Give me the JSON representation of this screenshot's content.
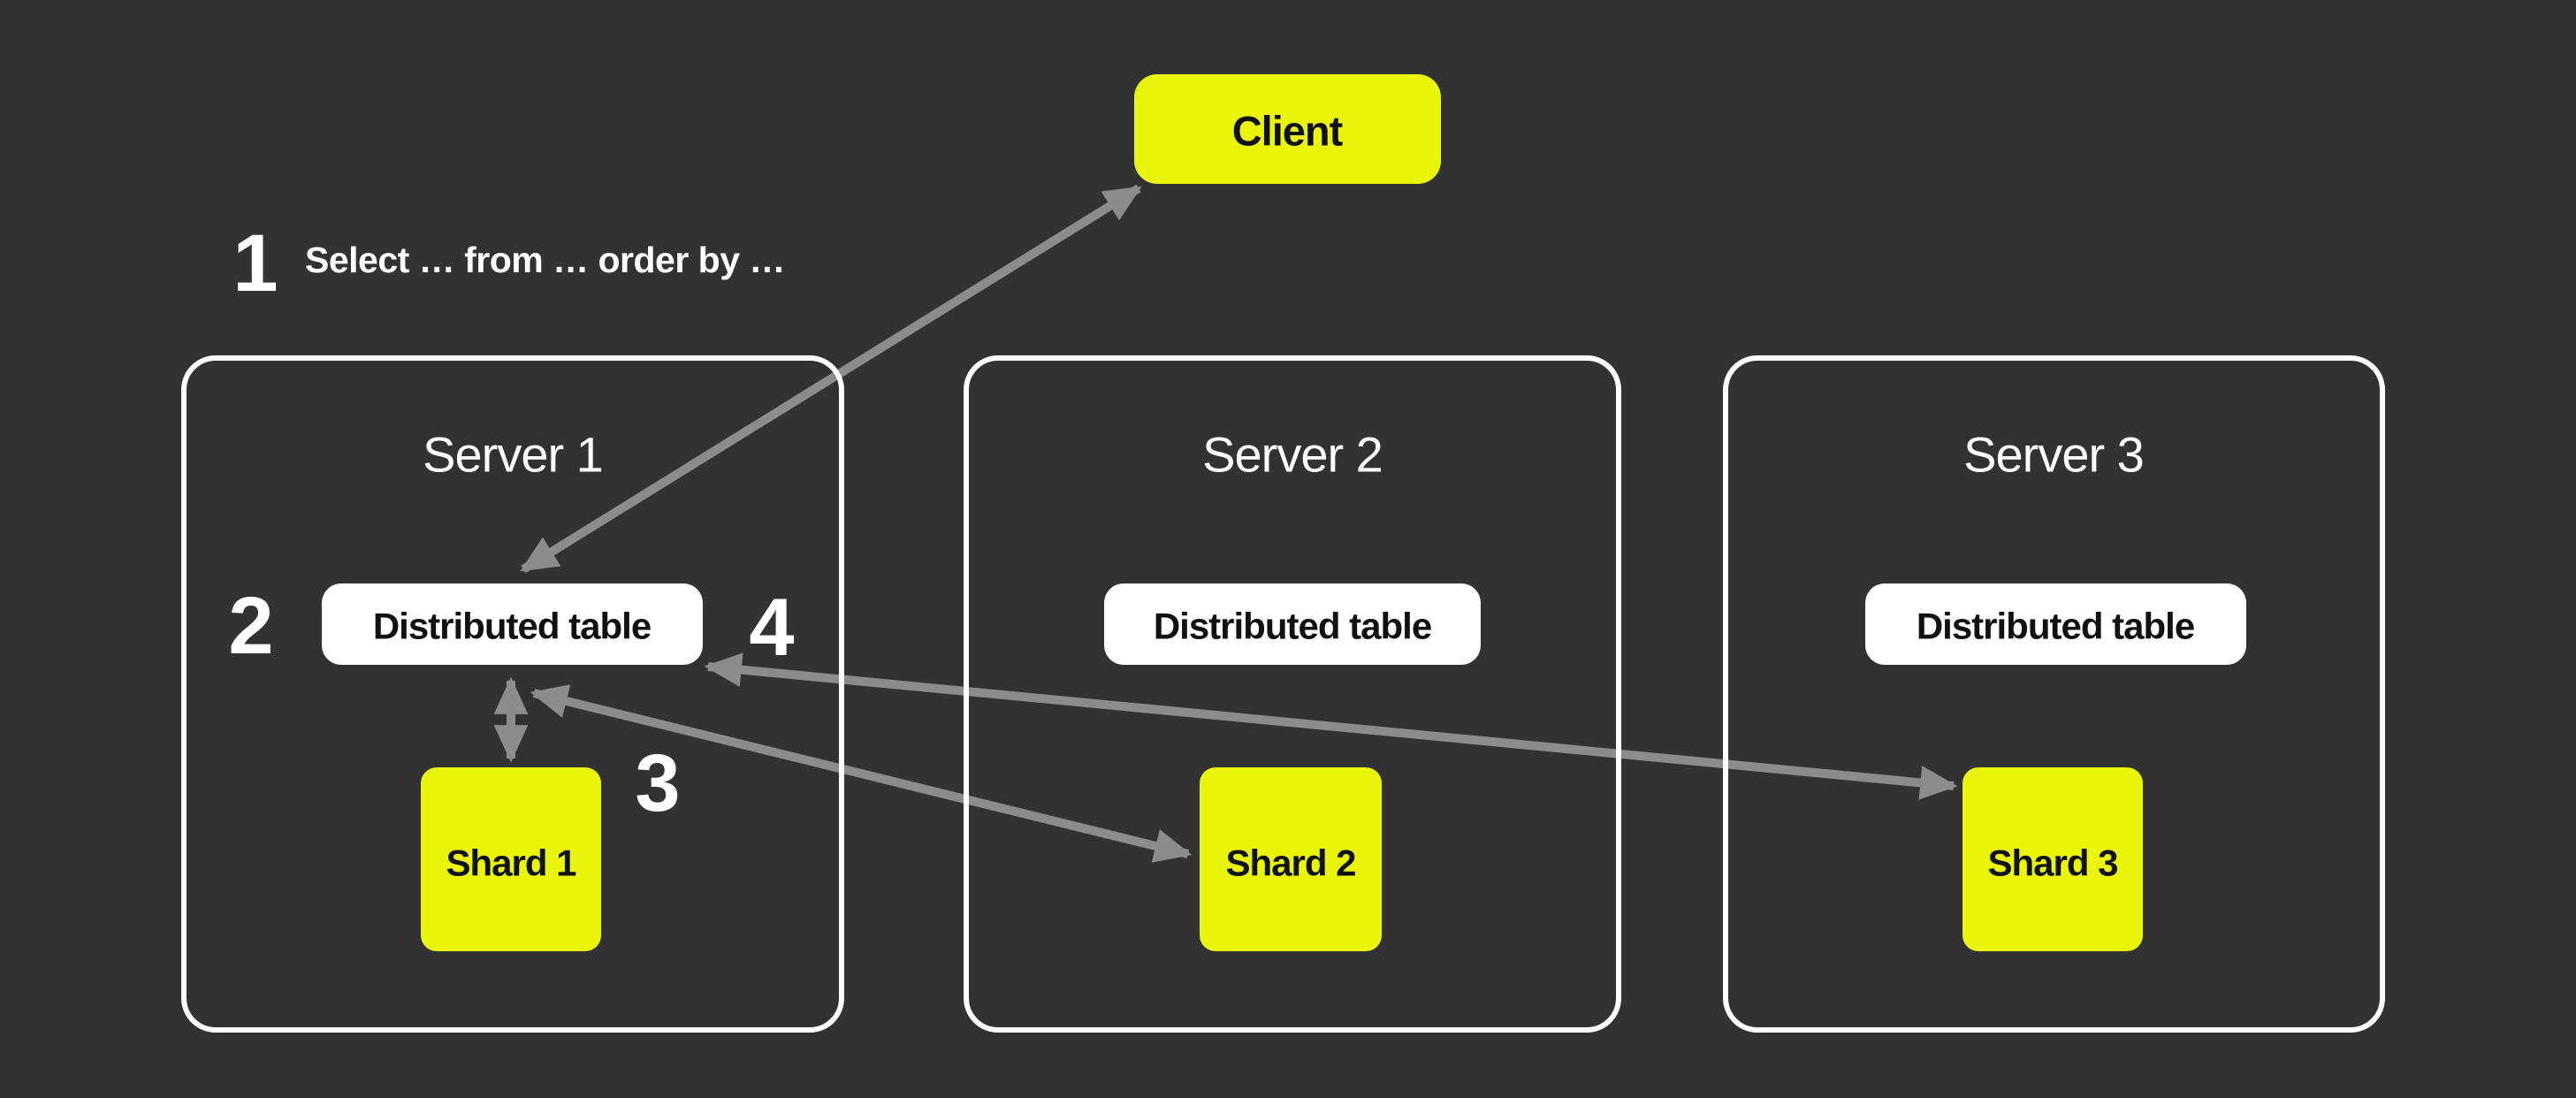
{
  "colors": {
    "background": "#323233",
    "accent_yellow": "#E9F50A",
    "box_white": "#FFFFFF",
    "arrow_gray": "#8C8C8C",
    "text_white": "#FFFFFF",
    "text_black": "#111111"
  },
  "client": {
    "label": "Client"
  },
  "annotation": {
    "query_text": "Select … from … order by …"
  },
  "steps": {
    "step1": "1",
    "step2": "2",
    "step3": "3",
    "step4": "4"
  },
  "servers": [
    {
      "title": "Server 1",
      "table_label": "Distributed table",
      "shard_label": "Shard 1"
    },
    {
      "title": "Server 2",
      "table_label": "Distributed table",
      "shard_label": "Shard 2"
    },
    {
      "title": "Server 3",
      "table_label": "Distributed table",
      "shard_label": "Shard 3"
    }
  ]
}
